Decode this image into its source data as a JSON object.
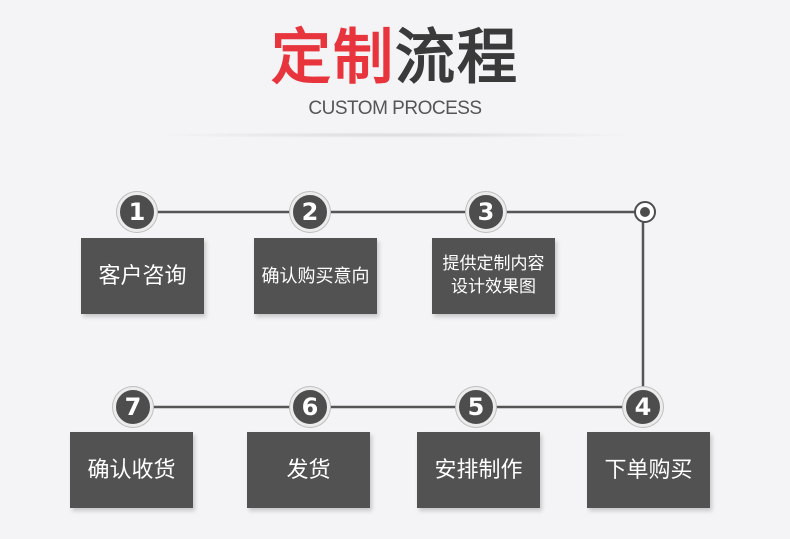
{
  "header": {
    "title_highlight": "定制",
    "title_rest": "流程",
    "subtitle": "CUSTOM PROCESS"
  },
  "steps": [
    {
      "number": "1",
      "label": "客户咨询"
    },
    {
      "number": "2",
      "label": "确认购买意向"
    },
    {
      "number": "3",
      "label_line1": "提供定制内容",
      "label_line2": "设计效果图"
    },
    {
      "number": "4",
      "label": "下单购买"
    },
    {
      "number": "5",
      "label": "安排制作"
    },
    {
      "number": "6",
      "label": "发货"
    },
    {
      "number": "7",
      "label": "确认收货"
    }
  ]
}
